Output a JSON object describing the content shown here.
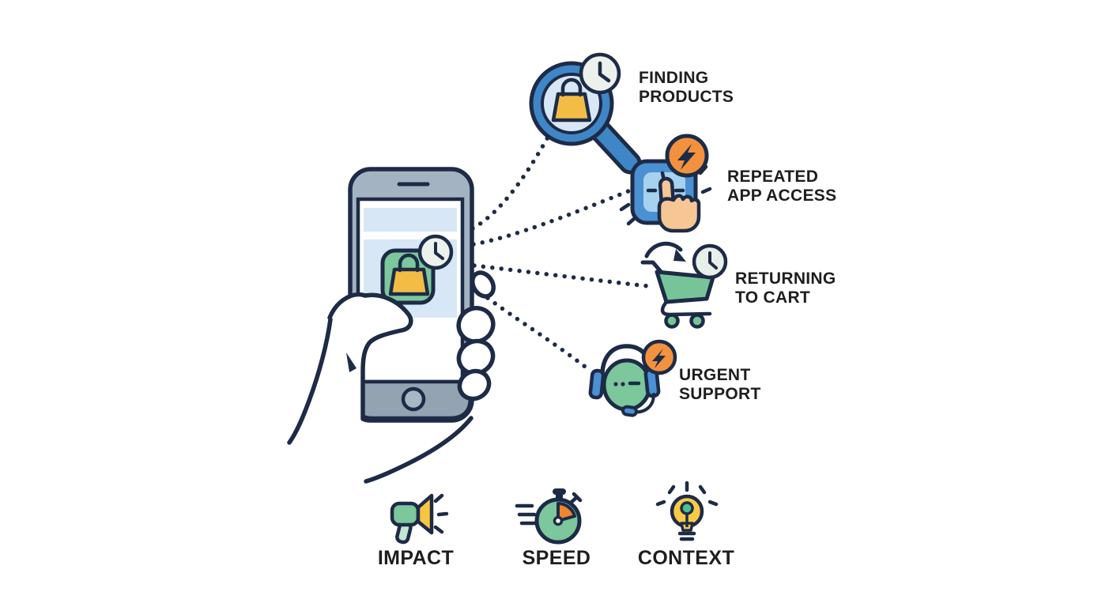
{
  "callouts": [
    {
      "id": "finding-products",
      "icon": "magnifier-clock-icon",
      "line1": "FINDING",
      "line2": "PRODUCTS"
    },
    {
      "id": "repeated-app-access",
      "icon": "app-tap-lightning-icon",
      "line1": "REPEATED",
      "line2": "APP ACCESS"
    },
    {
      "id": "returning-to-cart",
      "icon": "cart-clock-icon",
      "line1": "RETURNING",
      "line2": "TO CART"
    },
    {
      "id": "urgent-support",
      "icon": "headset-lightning-icon",
      "line1": "URGENT",
      "line2": "SUPPORT"
    }
  ],
  "footer_labels": [
    {
      "id": "impact",
      "icon": "megaphone-icon",
      "label": "IMPACT"
    },
    {
      "id": "speed",
      "icon": "stopwatch-icon",
      "label": "SPEED"
    },
    {
      "id": "context",
      "icon": "lightbulb-icon",
      "label": "CONTEXT"
    }
  ],
  "palette": {
    "outline_navy": "#1d2b47",
    "green": "#7cc79c",
    "blue": "#4a90d2",
    "blue_dark": "#3f86c7",
    "light_blue": "#d7e7f5",
    "inner_blue": "#a5d2ee",
    "pale_clock_face": "#edf1ec",
    "yellow": "#f3bd45",
    "orange": "#f2923e",
    "orange_deep": "#f0852e",
    "skin": "#f6c695",
    "phone_gray": "#a4b3c2",
    "phone_band_gray": "#93a3b2",
    "text": "#1e1e1e"
  }
}
